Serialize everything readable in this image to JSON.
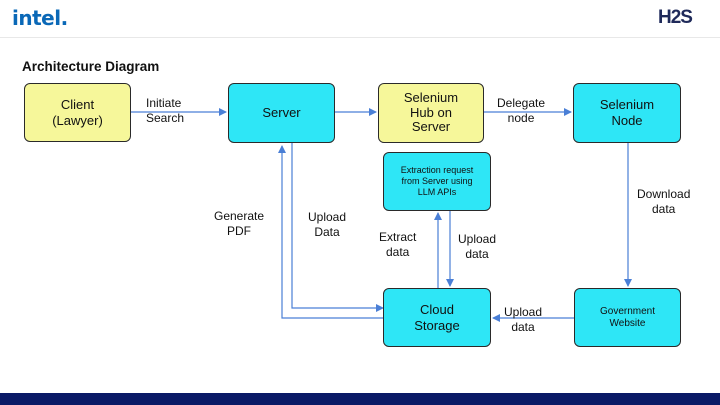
{
  "header": {
    "intel_logo": "intel.",
    "h2s_logo": "H2S"
  },
  "title": "Architecture Diagram",
  "colors": {
    "node_yellow": "#f6f79a",
    "node_cyan": "#2ee6f6",
    "arrow": "#4a7fd6",
    "footer": "#0a1a66"
  },
  "nodes": {
    "client": {
      "line1": "Client",
      "line2": "(Lawyer)"
    },
    "server": {
      "label": "Server"
    },
    "hub": {
      "line1": "Selenium",
      "line2": "Hub on",
      "line3": "Server"
    },
    "node": {
      "line1": "Selenium",
      "line2": "Node"
    },
    "extraction": {
      "line1": "Extraction request",
      "line2": "from Server using",
      "line3": "LLM APIs"
    },
    "storage": {
      "line1": "Cloud",
      "line2": "Storage"
    },
    "gov": {
      "line1": "Government",
      "line2": "Website"
    }
  },
  "edges": {
    "initiate": {
      "line1": "Initiate",
      "line2": "Search"
    },
    "delegate": {
      "line1": "Delegate",
      "line2": "node"
    },
    "download": {
      "line1": "Download",
      "line2": "data"
    },
    "generate": {
      "line1": "Generate",
      "line2": "PDF"
    },
    "upload_server": {
      "line1": "Upload",
      "line2": "Data"
    },
    "extract": {
      "line1": "Extract",
      "line2": "data"
    },
    "upload_extraction": {
      "line1": "Upload",
      "line2": "data"
    },
    "upload_gov": {
      "line1": "Upload",
      "line2": "data"
    }
  }
}
